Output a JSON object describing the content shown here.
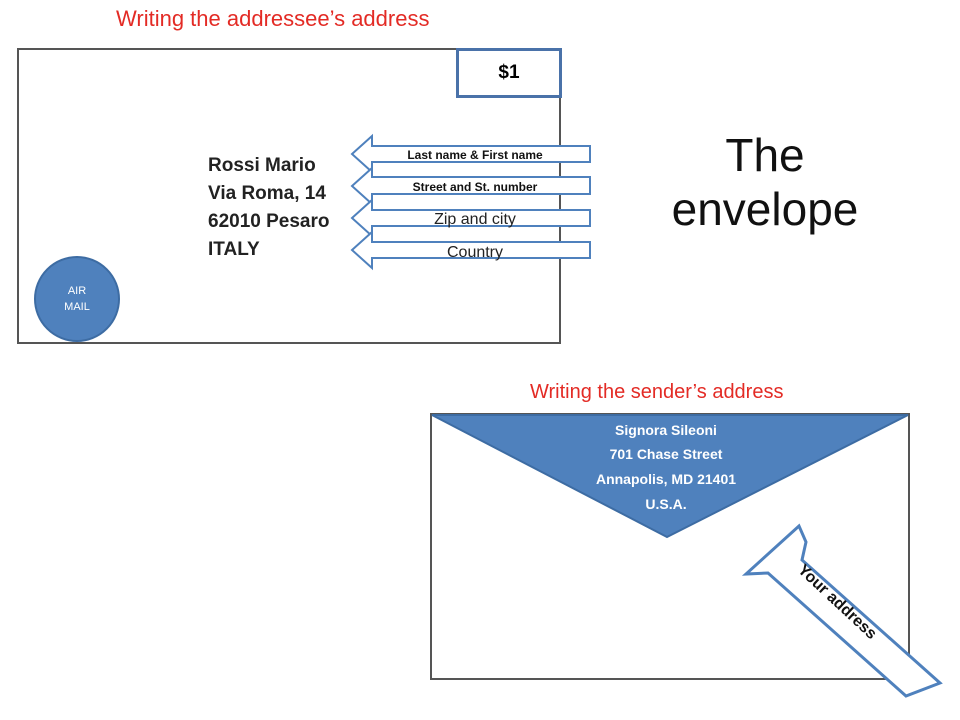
{
  "front": {
    "heading": "Writing the addressee’s address",
    "stamp": "$1",
    "address_lines": [
      "Rossi Mario",
      "Via Roma, 14",
      "62010 Pesaro",
      "ITALY"
    ],
    "airmail_line1": "AIR",
    "airmail_line2": "MAIL",
    "labels": [
      "Last  name & First name",
      "Street and St. number",
      "Zip and city",
      "Country"
    ]
  },
  "big_title_line1": "The",
  "big_title_line2": "envelope",
  "back": {
    "heading": "Writing the sender’s address",
    "sender_lines": [
      "Signora Sileoni",
      "701 Chase Street",
      "Annapolis, MD 21401",
      "U.S.A."
    ],
    "arrow_label": "Your address"
  },
  "colors": {
    "heading_red": "#e32b25",
    "blue": "#4f81bd",
    "stamp_border": "#4a72a9"
  }
}
